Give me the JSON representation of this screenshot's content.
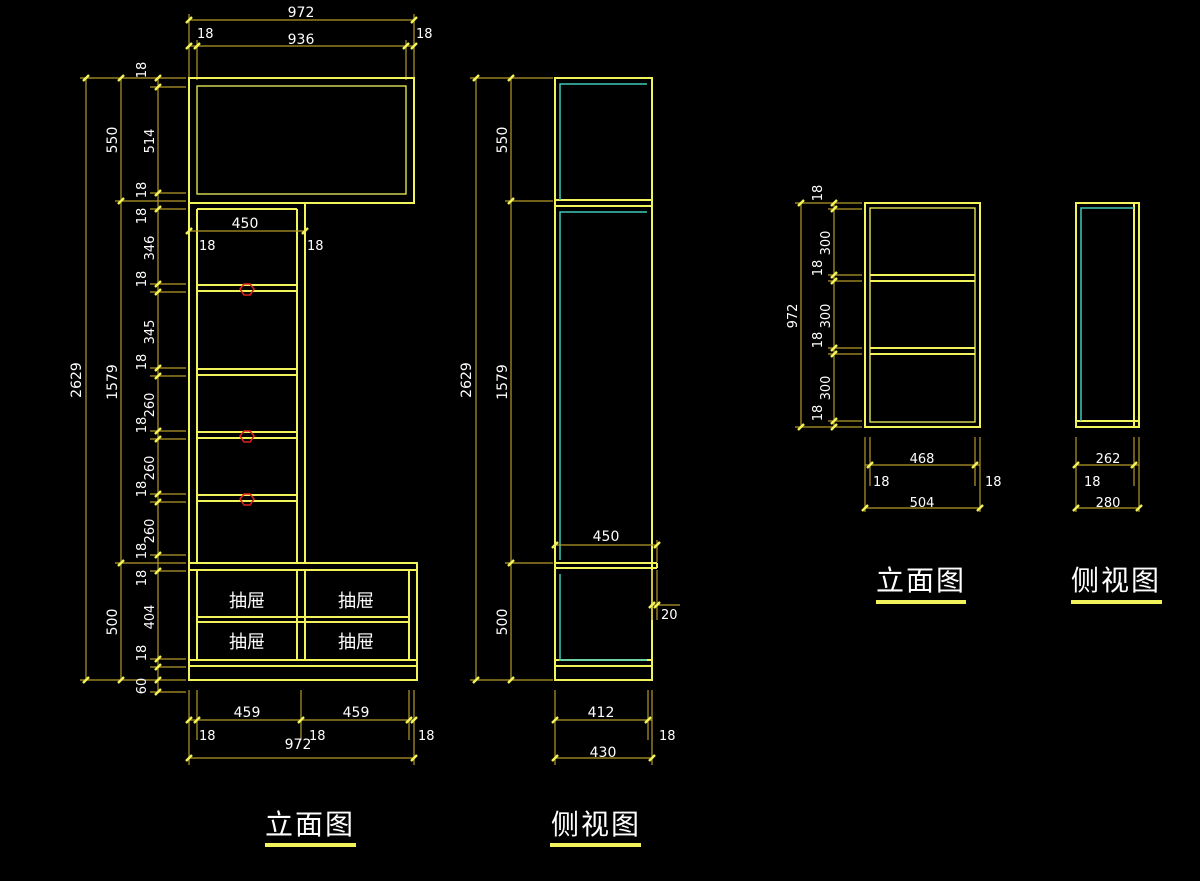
{
  "views": {
    "front_large": {
      "title": "立面图",
      "width_total": "972",
      "width_inner": "936",
      "side_thickness_left": "18",
      "side_thickness_right": "18",
      "vertical_total": "2629",
      "top_cabinet": "550",
      "top_inner": "514",
      "top_board_a": "18",
      "top_board_b": "18",
      "middle_section": "1579",
      "shelf_panel_width": "450",
      "shelf_board_l": "18",
      "shelf_board_r": "18",
      "middle_bottom_board": "18",
      "compartments": [
        {
          "height": "346",
          "board": "18"
        },
        {
          "height": "345",
          "board": "18"
        },
        {
          "height": "260",
          "board": "18"
        },
        {
          "height": "260",
          "board": "18"
        },
        {
          "height": "260",
          "board": "18"
        }
      ],
      "top_divider_board": "18",
      "base_section": "500",
      "drawer_height": "404",
      "drawer_board": "18",
      "plinth": "60",
      "drawers": [
        "抽屉",
        "抽屉",
        "抽屉",
        "抽屉"
      ],
      "bottom_left_width": "459",
      "bottom_right_width": "459",
      "bottom_total": "972",
      "bottom_thickness_left": "18",
      "bottom_thickness_mid": "18",
      "bottom_thickness_right": "18"
    },
    "side_large": {
      "title": "侧视图",
      "vertical_total": "2629",
      "top_cabinet": "550",
      "middle_section": "1579",
      "base_section": "500",
      "counter_depth": "450",
      "counter_overhang": "20",
      "inner_depth": "412",
      "total_depth": "430",
      "back_thickness": "18"
    },
    "front_small": {
      "title": "立面图",
      "height_total": "972",
      "compartments": [
        "300",
        "300",
        "300"
      ],
      "boards": [
        "18",
        "18",
        "18",
        "18"
      ],
      "inner_width": "468",
      "total_width": "504",
      "side_left": "18",
      "side_right": "18"
    },
    "side_small": {
      "title": "侧视图",
      "inner_depth": "262",
      "total_depth": "280",
      "back_thickness": "18"
    }
  },
  "colors": {
    "background": "#000000",
    "panel_lines": "#f2f25a",
    "back_panel": "#3fc8b8",
    "dimension_lines": "#b49a2a",
    "hinge_markers": "#e02020",
    "text": "#ffffff"
  }
}
